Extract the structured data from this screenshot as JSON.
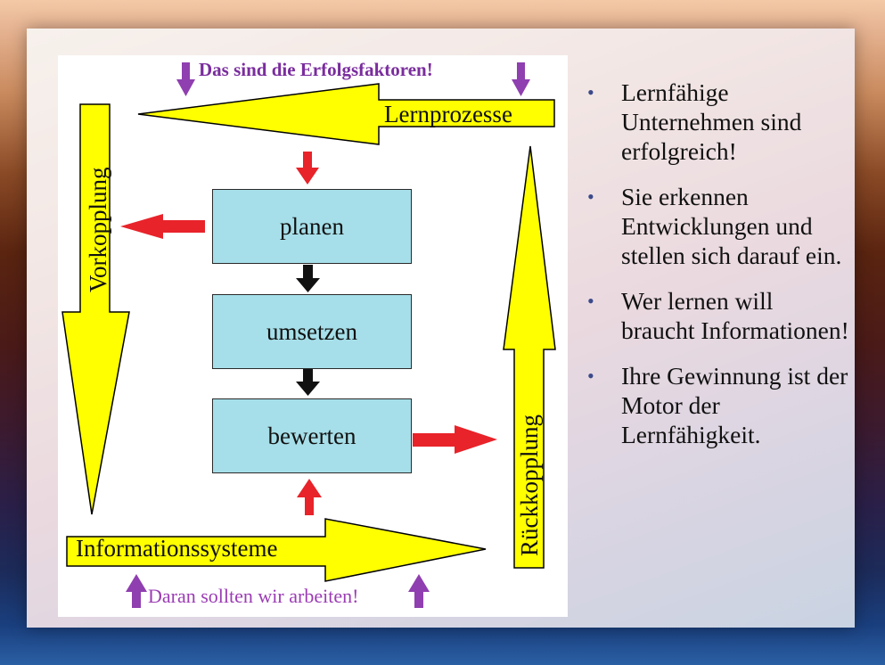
{
  "diagram": {
    "top_note": "Das sind die Erfolgsfaktoren!",
    "bottom_note": "Daran sollten wir arbeiten!",
    "lernprozesse_label": "Lernprozesse",
    "informationssysteme_label": "Informationssysteme",
    "vorkopplung_label": "Vorkopplung",
    "rueckkopplung_label": "Rückkopplung",
    "steps": [
      "planen",
      "umsetzen",
      "bewerten"
    ]
  },
  "bullets": [
    "Lernfähige Unternehmen sind erfolgreich!",
    "Sie erkennen Entwicklungen und stellen sich darauf ein.",
    "Wer lernen will braucht Informationen!",
    "Ihre Gewinnung ist der Motor der Lernfähigkeit."
  ],
  "colors": {
    "arrow_yellow": "#ffff00",
    "box_fill": "#a6dfe9",
    "red_arrow": "#e8232a",
    "purple_arrow": "#8f3fb0",
    "bullet": "#3b4a8a"
  }
}
